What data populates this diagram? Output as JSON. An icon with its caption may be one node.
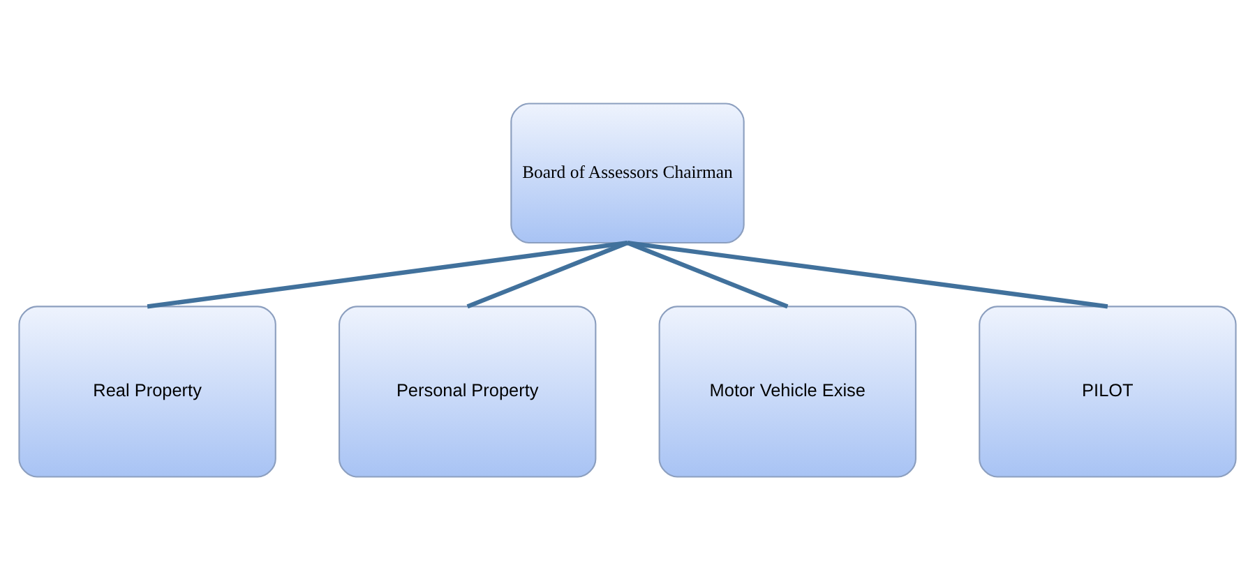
{
  "diagram": {
    "nodes": [
      {
        "text": [
          "Board of Assessors Chairman"
        ]
      },
      {
        "text": [
          "Real Property"
        ]
      },
      {
        "text": [
          "Personal Property"
        ]
      },
      {
        "text": [
          "Motor Vehicle Exise"
        ]
      },
      {
        "text": [
          "PILOT"
        ]
      }
    ],
    "edges": [
      {
        "from": 0,
        "to": 1,
        "arrow": "none"
      },
      {
        "from": 0,
        "to": 2,
        "arrow": "none"
      },
      {
        "from": 0,
        "to": 3,
        "arrow": "none"
      },
      {
        "from": 0,
        "to": 4,
        "arrow": "none"
      }
    ]
  }
}
